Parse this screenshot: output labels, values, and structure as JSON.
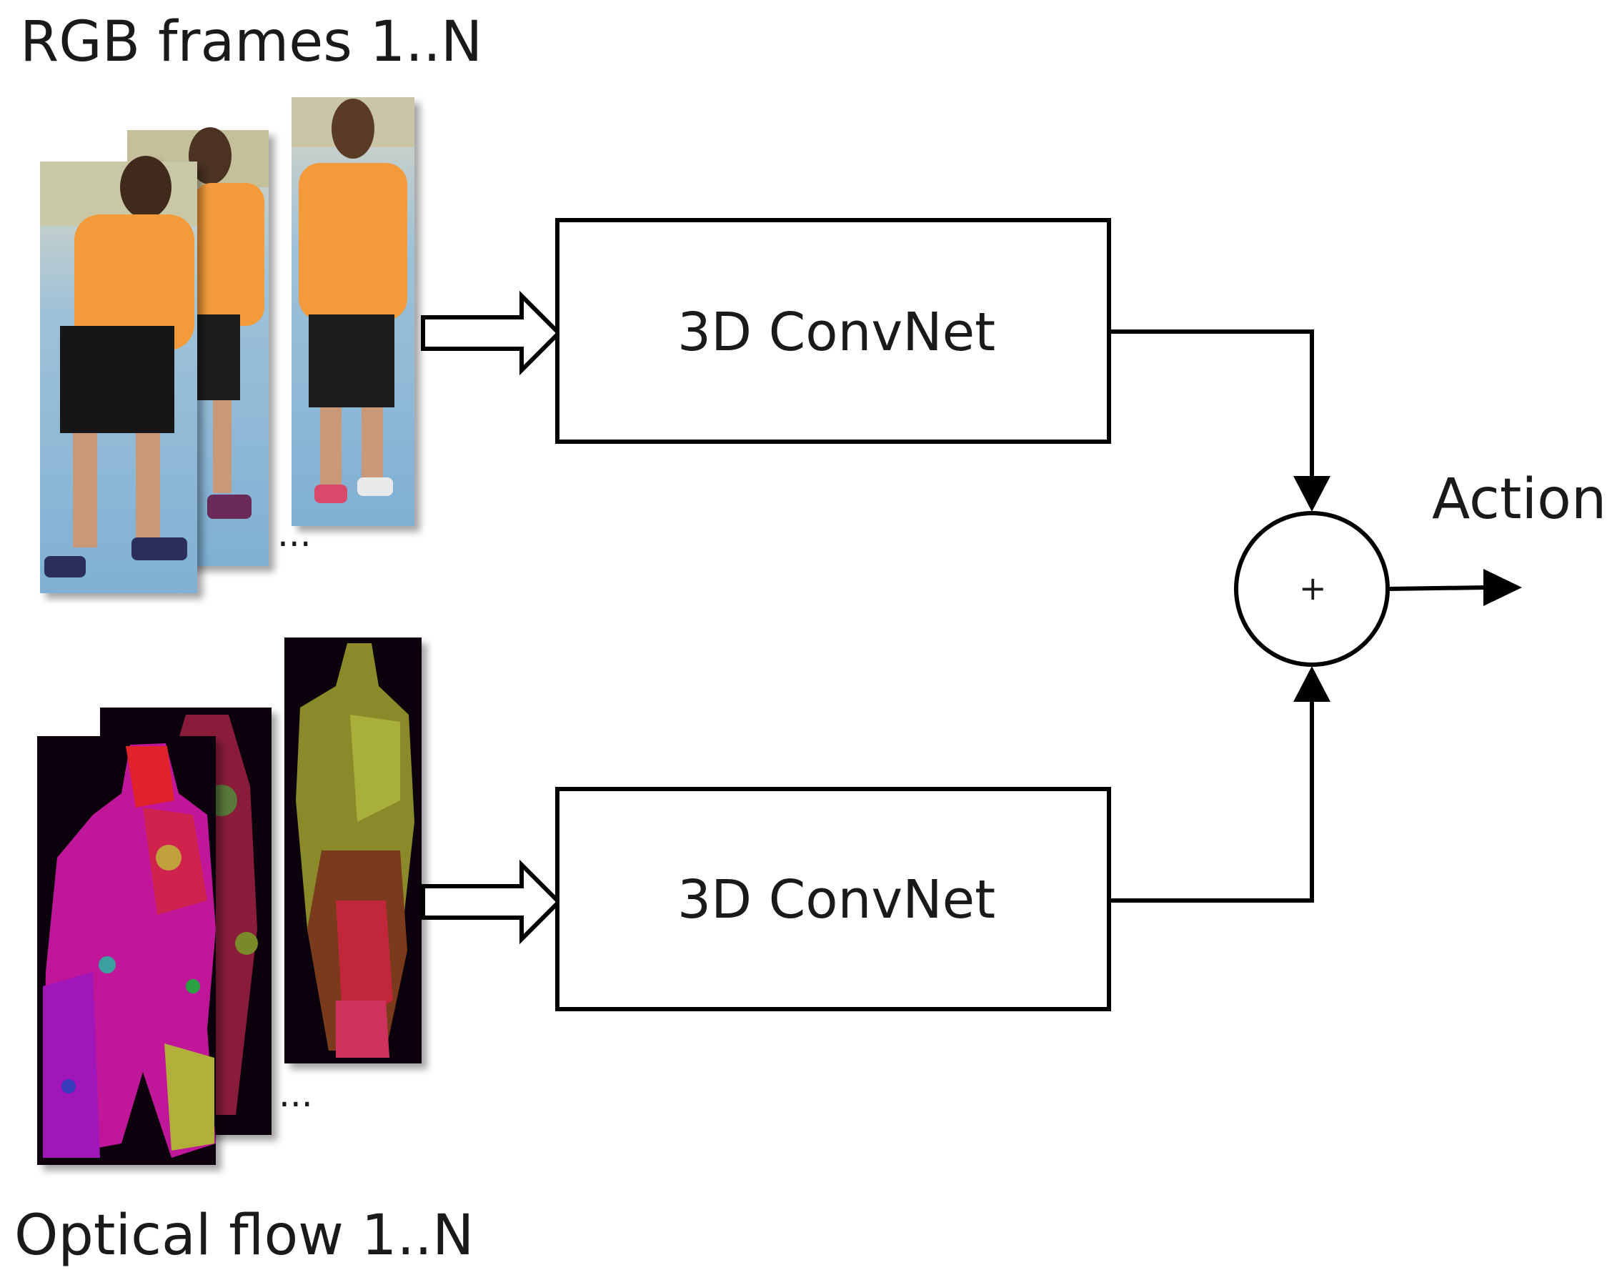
{
  "labels": {
    "rgb_title": "RGB frames 1..N",
    "flow_title": "Optical flow 1..N",
    "convnet_top": "3D ConvNet",
    "convnet_bottom": "3D ConvNet",
    "plus_symbol": "+",
    "output": "Action",
    "rgb_ellipsis": "...",
    "flow_ellipsis": "..."
  },
  "colors": {
    "stroke": "#000000",
    "text": "#1a1a1a",
    "shirt": "#f39a3a",
    "court": "#7fb3d6",
    "flow_bg": "#0a0508"
  }
}
